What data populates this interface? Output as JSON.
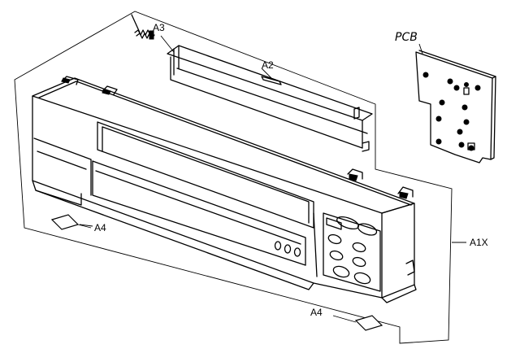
{
  "diagram": {
    "labels": {
      "a1x": "A1X",
      "a2": "A2",
      "a3": "A3",
      "a4_left": "A4",
      "a4_right": "A4",
      "pcb": "PCB"
    }
  }
}
